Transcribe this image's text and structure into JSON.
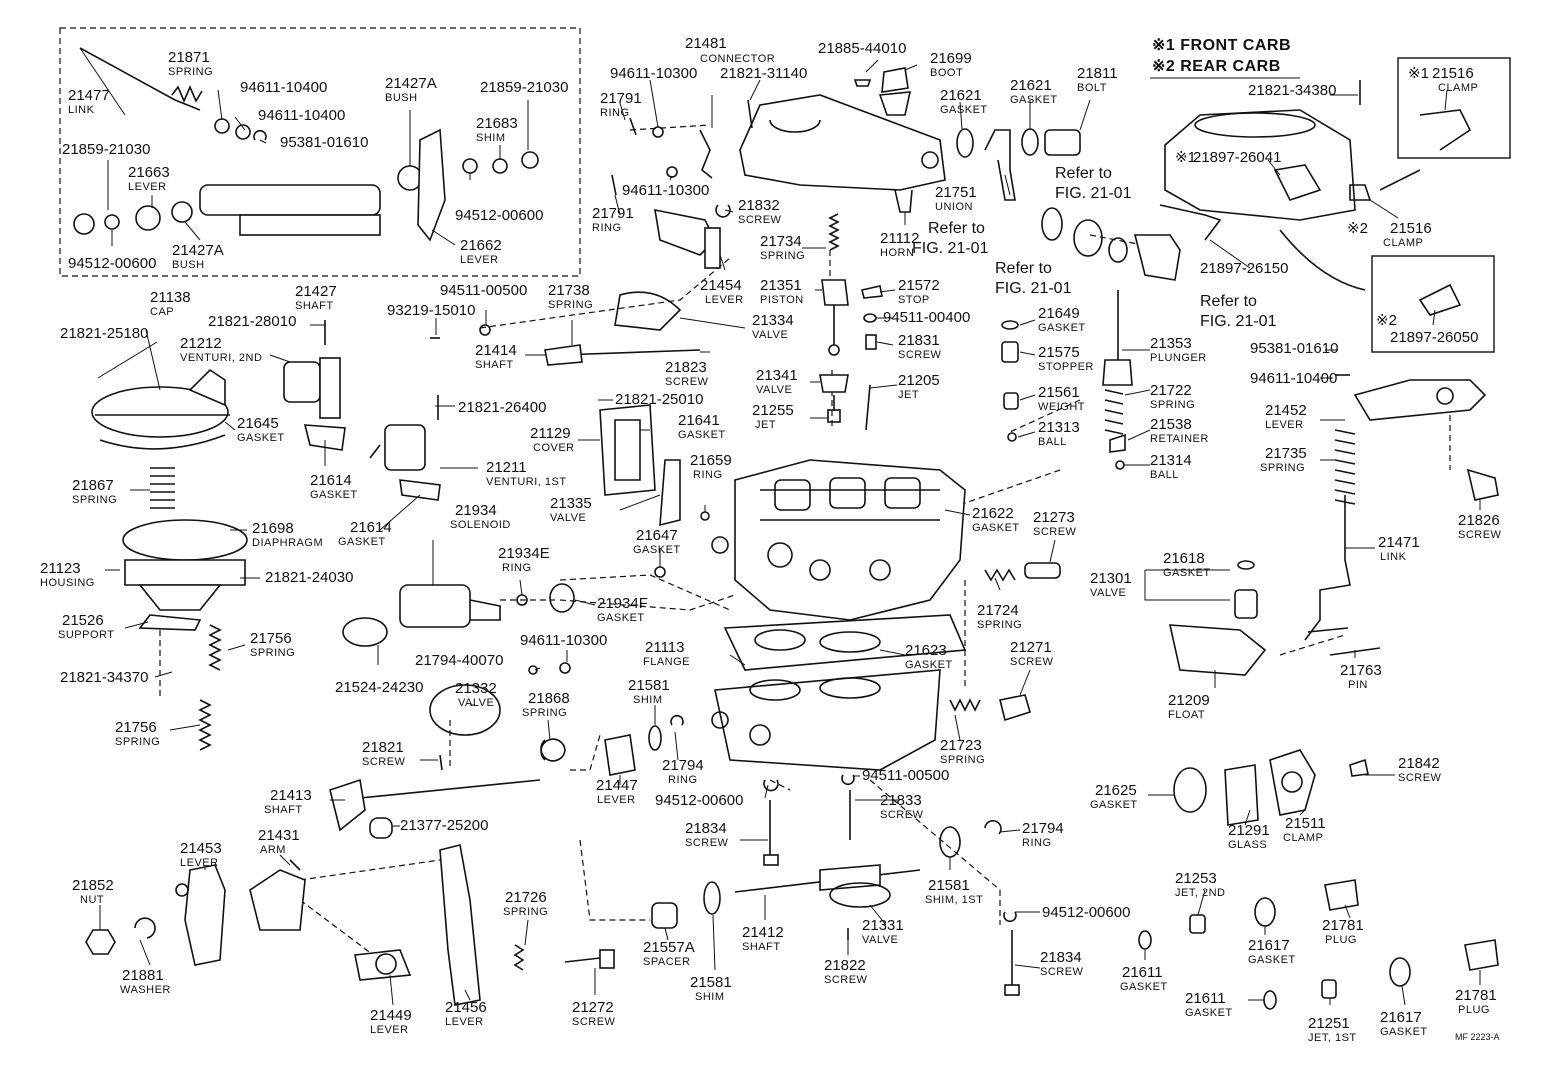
{
  "notes": {
    "front": "※1 FRONT CARB",
    "rear": "※2 REAR CARB",
    "mark1": "※1",
    "mark2": "※2",
    "fig_code": "MF 2223-A"
  },
  "refs": [
    "Refer to",
    "FIG. 21-01",
    "Refer to",
    "FIG. 21-01",
    "Refer to",
    "FIG. 21-01",
    "Refer to",
    "FIG. 21-01"
  ],
  "labels": [
    {
      "num": "21871",
      "name": "SPRING"
    },
    {
      "num": "21477",
      "name": "LINK"
    },
    {
      "num": "94611-10400",
      "name": ""
    },
    {
      "num": "94611-10400",
      "name": ""
    },
    {
      "num": "95381-01610",
      "name": ""
    },
    {
      "num": "21427A",
      "name": "BUSH"
    },
    {
      "num": "21859-21030",
      "name": ""
    },
    {
      "num": "21683",
      "name": "SHIM"
    },
    {
      "num": "21859-21030",
      "name": ""
    },
    {
      "num": "21663",
      "name": "LEVER"
    },
    {
      "num": "94512-00600",
      "name": ""
    },
    {
      "num": "21427A",
      "name": "BUSH"
    },
    {
      "num": "94512-00600",
      "name": ""
    },
    {
      "num": "21662",
      "name": "LEVER"
    },
    {
      "num": "21427",
      "name": "SHAFT"
    },
    {
      "num": "21138",
      "name": "CAP"
    },
    {
      "num": "21821-25180",
      "name": ""
    },
    {
      "num": "21821-28010",
      "name": ""
    },
    {
      "num": "21212",
      "name": "VENTURI, 2ND"
    },
    {
      "num": "21645",
      "name": "GASKET"
    },
    {
      "num": "21614",
      "name": "GASKET"
    },
    {
      "num": "21821-26400",
      "name": ""
    },
    {
      "num": "21211",
      "name": "VENTURI, 1ST"
    },
    {
      "num": "21614",
      "name": "GASKET"
    },
    {
      "num": "21867",
      "name": "SPRING"
    },
    {
      "num": "21698",
      "name": "DIAPHRAGM"
    },
    {
      "num": "21123",
      "name": "HOUSING"
    },
    {
      "num": "21821-24030",
      "name": ""
    },
    {
      "num": "21526",
      "name": "SUPPORT"
    },
    {
      "num": "21756",
      "name": "SPRING"
    },
    {
      "num": "21821-34370",
      "name": ""
    },
    {
      "num": "21756",
      "name": "SPRING"
    },
    {
      "num": "21934",
      "name": "SOLENOID"
    },
    {
      "num": "21934E",
      "name": "RING"
    },
    {
      "num": "21934F",
      "name": "GASKET"
    },
    {
      "num": "21524-24230",
      "name": ""
    },
    {
      "num": "21481",
      "name": "CONNECTOR"
    },
    {
      "num": "94611-10300",
      "name": ""
    },
    {
      "num": "21821-31140",
      "name": ""
    },
    {
      "num": "21791",
      "name": "RING"
    },
    {
      "num": "94611-10300",
      "name": ""
    },
    {
      "num": "21791",
      "name": "RING"
    },
    {
      "num": "21832",
      "name": "SCREW"
    },
    {
      "num": "21454",
      "name": "LEVER"
    },
    {
      "num": "94511-00500",
      "name": ""
    },
    {
      "num": "93219-15010",
      "name": ""
    },
    {
      "num": "21738",
      "name": "SPRING"
    },
    {
      "num": "21414",
      "name": "SHAFT"
    },
    {
      "num": "21334",
      "name": "VALVE"
    },
    {
      "num": "21823",
      "name": "SCREW"
    },
    {
      "num": "21821-25010",
      "name": ""
    },
    {
      "num": "21129",
      "name": "COVER"
    },
    {
      "num": "21641",
      "name": "GASKET"
    },
    {
      "num": "21659",
      "name": "RING"
    },
    {
      "num": "21335",
      "name": "VALVE"
    },
    {
      "num": "21647",
      "name": "GASKET"
    },
    {
      "num": "21885-44010",
      "name": ""
    },
    {
      "num": "21699",
      "name": "BOOT"
    },
    {
      "num": "21621",
      "name": "GASKET"
    },
    {
      "num": "21621",
      "name": "GASKET"
    },
    {
      "num": "21811",
      "name": "BOLT"
    },
    {
      "num": "21751",
      "name": "UNION"
    },
    {
      "num": "21112",
      "name": "HORN"
    },
    {
      "num": "21734",
      "name": "SPRING"
    },
    {
      "num": "21351",
      "name": "PISTON"
    },
    {
      "num": "21572",
      "name": "STOP"
    },
    {
      "num": "94511-00400",
      "name": ""
    },
    {
      "num": "21831",
      "name": "SCREW"
    },
    {
      "num": "21341",
      "name": "VALVE"
    },
    {
      "num": "21205",
      "name": "JET"
    },
    {
      "num": "21255",
      "name": "JET"
    },
    {
      "num": "21649",
      "name": "GASKET"
    },
    {
      "num": "21575",
      "name": "STOPPER"
    },
    {
      "num": "21561",
      "name": "WEIGHT"
    },
    {
      "num": "21313",
      "name": "BALL"
    },
    {
      "num": "21353",
      "name": "PLUNGER"
    },
    {
      "num": "21722",
      "name": "SPRING"
    },
    {
      "num": "21538",
      "name": "RETAINER"
    },
    {
      "num": "21314",
      "name": "BALL"
    },
    {
      "num": "21622",
      "name": "GASKET"
    },
    {
      "num": "21273",
      "name": "SCREW"
    },
    {
      "num": "21724",
      "name": "SPRING"
    },
    {
      "num": "21113",
      "name": "FLANGE"
    },
    {
      "num": "21623",
      "name": "GASKET"
    },
    {
      "num": "21271",
      "name": "SCREW"
    },
    {
      "num": "21723",
      "name": "SPRING"
    },
    {
      "num": "21794-40070",
      "name": ""
    },
    {
      "num": "94611-10300",
      "name": ""
    },
    {
      "num": "21332",
      "name": "VALVE"
    },
    {
      "num": "21868",
      "name": "SPRING"
    },
    {
      "num": "21581",
      "name": "SHIM"
    },
    {
      "num": "21794",
      "name": "RING"
    },
    {
      "num": "21447",
      "name": "LEVER"
    },
    {
      "num": "94512-00600",
      "name": ""
    },
    {
      "num": "21821",
      "name": "SCREW"
    },
    {
      "num": "21413",
      "name": "SHAFT"
    },
    {
      "num": "21377-25200",
      "name": ""
    },
    {
      "num": "94511-00500",
      "name": ""
    },
    {
      "num": "21833",
      "name": "SCREW"
    },
    {
      "num": "21834",
      "name": "SCREW"
    },
    {
      "num": "21794",
      "name": "RING"
    },
    {
      "num": "21581",
      "name": "SHIM, 1ST"
    },
    {
      "num": "94512-00600",
      "name": ""
    },
    {
      "num": "21834",
      "name": "SCREW"
    },
    {
      "num": "21453",
      "name": "LEVER"
    },
    {
      "num": "21431",
      "name": "ARM"
    },
    {
      "num": "21852",
      "name": "NUT"
    },
    {
      "num": "21881",
      "name": "WASHER"
    },
    {
      "num": "21449",
      "name": "LEVER"
    },
    {
      "num": "21456",
      "name": "LEVER"
    },
    {
      "num": "21726",
      "name": "SPRING"
    },
    {
      "num": "21272",
      "name": "SCREW"
    },
    {
      "num": "21557A",
      "name": "SPACER"
    },
    {
      "num": "21412",
      "name": "SHAFT"
    },
    {
      "num": "21581",
      "name": "SHIM"
    },
    {
      "num": "21331",
      "name": "VALVE"
    },
    {
      "num": "21822",
      "name": "SCREW"
    },
    {
      "num": "21821-34380",
      "name": ""
    },
    {
      "num": "21516",
      "name": "CLAMP"
    },
    {
      "num": "21897-26041",
      "name": ""
    },
    {
      "num": "21516",
      "name": "CLAMP"
    },
    {
      "num": "21897-26150",
      "name": ""
    },
    {
      "num": "21897-26050",
      "name": ""
    },
    {
      "num": "95381-01610",
      "name": ""
    },
    {
      "num": "94611-10400",
      "name": ""
    },
    {
      "num": "21452",
      "name": "LEVER"
    },
    {
      "num": "21735",
      "name": "SPRING"
    },
    {
      "num": "21826",
      "name": "SCREW"
    },
    {
      "num": "21471",
      "name": "LINK"
    },
    {
      "num": "21618",
      "name": "GASKET"
    },
    {
      "num": "21301",
      "name": "VALVE"
    },
    {
      "num": "21763",
      "name": "PIN"
    },
    {
      "num": "21209",
      "name": "FLOAT"
    },
    {
      "num": "21842",
      "name": "SCREW"
    },
    {
      "num": "21625",
      "name": "GASKET"
    },
    {
      "num": "21291",
      "name": "GLASS"
    },
    {
      "num": "21511",
      "name": "CLAMP"
    },
    {
      "num": "21253",
      "name": "JET, 2ND"
    },
    {
      "num": "21617",
      "name": "GASKET"
    },
    {
      "num": "21781",
      "name": "PLUG"
    },
    {
      "num": "21611",
      "name": "GASKET"
    },
    {
      "num": "21611",
      "name": "GASKET"
    },
    {
      "num": "21251",
      "name": "JET, 1ST"
    },
    {
      "num": "21617",
      "name": "GASKET"
    },
    {
      "num": "21781",
      "name": "PLUG"
    }
  ]
}
